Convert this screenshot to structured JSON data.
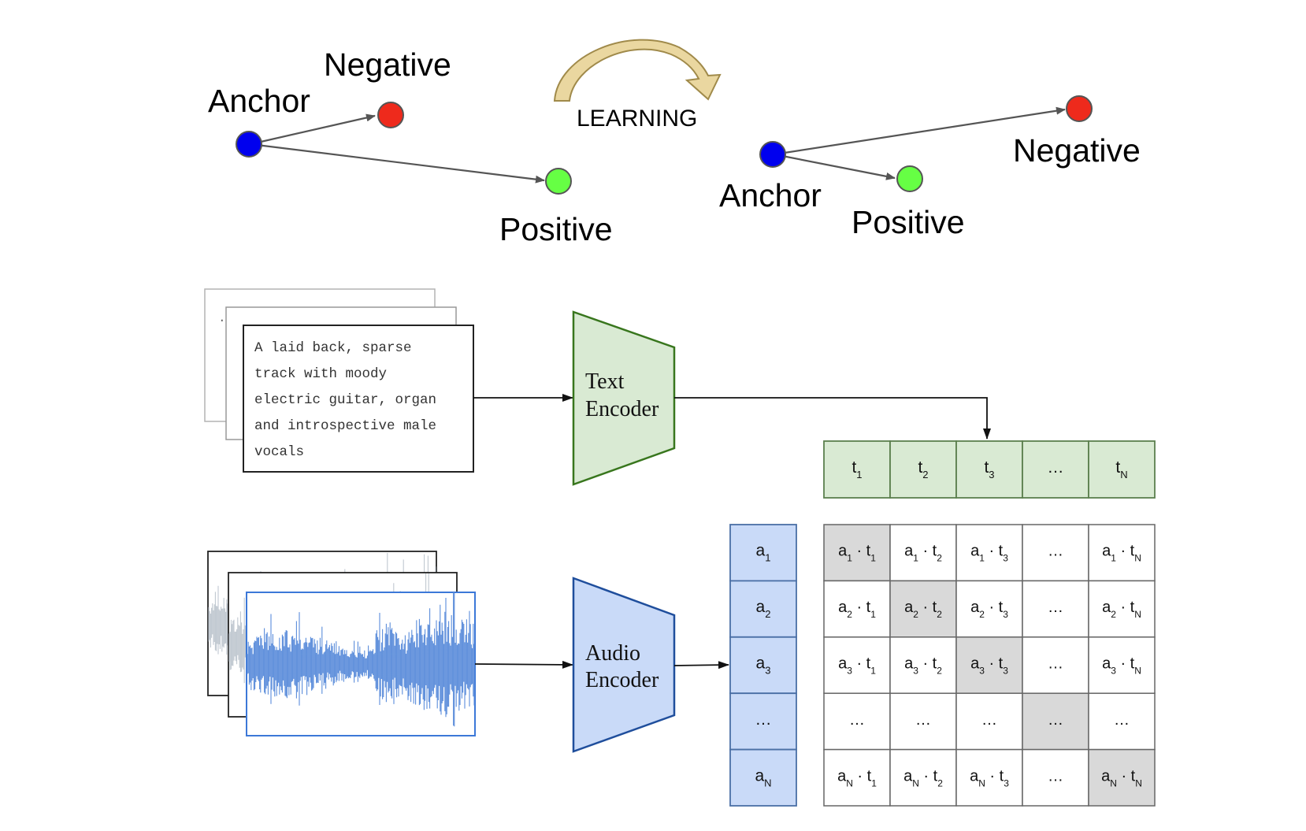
{
  "triplet_before": {
    "anchor_label": "Anchor",
    "negative_label": "Negative",
    "positive_label": "Positive"
  },
  "learning_label": "LEARNING",
  "triplet_after": {
    "anchor_label": "Anchor",
    "negative_label": "Negative",
    "positive_label": "Positive"
  },
  "caption_text": {
    "lines": [
      "A laid back, sparse",
      "track with moody",
      "electric guitar, organ",
      "and introspective male",
      "vocals"
    ],
    "back_card_mark": "."
  },
  "text_encoder": {
    "line1": "Text",
    "line2": "Encoder"
  },
  "audio_encoder": {
    "line1": "Audio",
    "line2": "Encoder"
  },
  "text_embeddings": [
    {
      "base": "t",
      "sub": "1"
    },
    {
      "base": "t",
      "sub": "2"
    },
    {
      "base": "t",
      "sub": "3"
    },
    {
      "base": "…",
      "sub": ""
    },
    {
      "base": "t",
      "sub": "N"
    }
  ],
  "audio_embeddings": [
    {
      "base": "a",
      "sub": "1"
    },
    {
      "base": "a",
      "sub": "2"
    },
    {
      "base": "a",
      "sub": "3"
    },
    {
      "base": "…",
      "sub": ""
    },
    {
      "base": "a",
      "sub": "N"
    }
  ],
  "similarity_matrix": {
    "rows": [
      [
        {
          "a": "1",
          "t": "1",
          "diag": true
        },
        {
          "a": "1",
          "t": "2",
          "diag": false
        },
        {
          "a": "1",
          "t": "3",
          "diag": false
        },
        {
          "ellipsis": true,
          "diag": false
        },
        {
          "a": "1",
          "t": "N",
          "diag": false
        }
      ],
      [
        {
          "a": "2",
          "t": "1",
          "diag": false
        },
        {
          "a": "2",
          "t": "2",
          "diag": true
        },
        {
          "a": "2",
          "t": "3",
          "diag": false
        },
        {
          "ellipsis": true,
          "diag": false
        },
        {
          "a": "2",
          "t": "N",
          "diag": false
        }
      ],
      [
        {
          "a": "3",
          "t": "1",
          "diag": false
        },
        {
          "a": "3",
          "t": "2",
          "diag": false
        },
        {
          "a": "3",
          "t": "3",
          "diag": true
        },
        {
          "ellipsis": true,
          "diag": false
        },
        {
          "a": "3",
          "t": "N",
          "diag": false
        }
      ],
      [
        {
          "ellipsis": true,
          "diag": false
        },
        {
          "ellipsis": true,
          "diag": false
        },
        {
          "ellipsis": true,
          "diag": false
        },
        {
          "ellipsis": true,
          "diag": true
        },
        {
          "ellipsis": true,
          "diag": false
        }
      ],
      [
        {
          "a": "N",
          "t": "1",
          "diag": false
        },
        {
          "a": "N",
          "t": "2",
          "diag": false
        },
        {
          "a": "N",
          "t": "3",
          "diag": false
        },
        {
          "ellipsis": true,
          "diag": false
        },
        {
          "a": "N",
          "t": "N",
          "diag": true
        }
      ]
    ]
  },
  "colors": {
    "anchor": "#0000ee",
    "negative": "#ee2a1c",
    "positive": "#66ff44",
    "text_green_fill": "#d9ead3",
    "text_green_stroke": "#38761d",
    "audio_blue_fill": "#c9daf8",
    "audio_blue_stroke": "#1f4e9c",
    "diag_gray": "#d9d9d9",
    "waveform": "#5b8ddb",
    "arrow_gold_fill": "#ead7a0",
    "arrow_gold_stroke": "#a08a4a"
  }
}
